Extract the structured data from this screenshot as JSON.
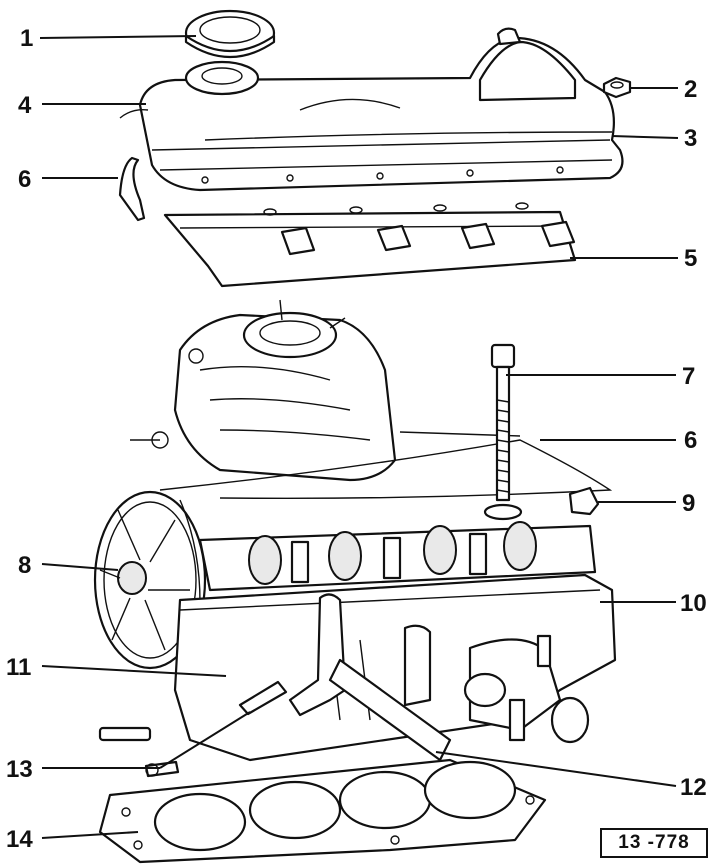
{
  "callouts": [
    {
      "id": "1",
      "label": "1"
    },
    {
      "id": "2",
      "label": "2"
    },
    {
      "id": "3",
      "label": "3"
    },
    {
      "id": "4",
      "label": "4"
    },
    {
      "id": "5",
      "label": "5"
    },
    {
      "id": "6a",
      "label": "6"
    },
    {
      "id": "6b",
      "label": "6"
    },
    {
      "id": "7",
      "label": "7"
    },
    {
      "id": "8",
      "label": "8"
    },
    {
      "id": "9",
      "label": "9"
    },
    {
      "id": "10",
      "label": "10"
    },
    {
      "id": "11",
      "label": "11"
    },
    {
      "id": "12",
      "label": "12"
    },
    {
      "id": "13",
      "label": "13"
    },
    {
      "id": "14",
      "label": "14"
    }
  ],
  "figure_ref": "13 -778"
}
